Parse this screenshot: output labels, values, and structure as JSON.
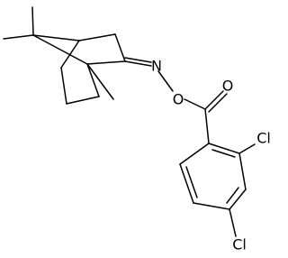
{
  "molecule": {
    "atoms": {
      "nitrogen": "N",
      "oxygen_ether": "O",
      "oxygen_carbonyl": "O",
      "chlorine_ortho": "Cl",
      "chlorine_para": "Cl"
    },
    "colors": {
      "bond": "#000000",
      "label": "#000000",
      "background": "#ffffff"
    }
  }
}
